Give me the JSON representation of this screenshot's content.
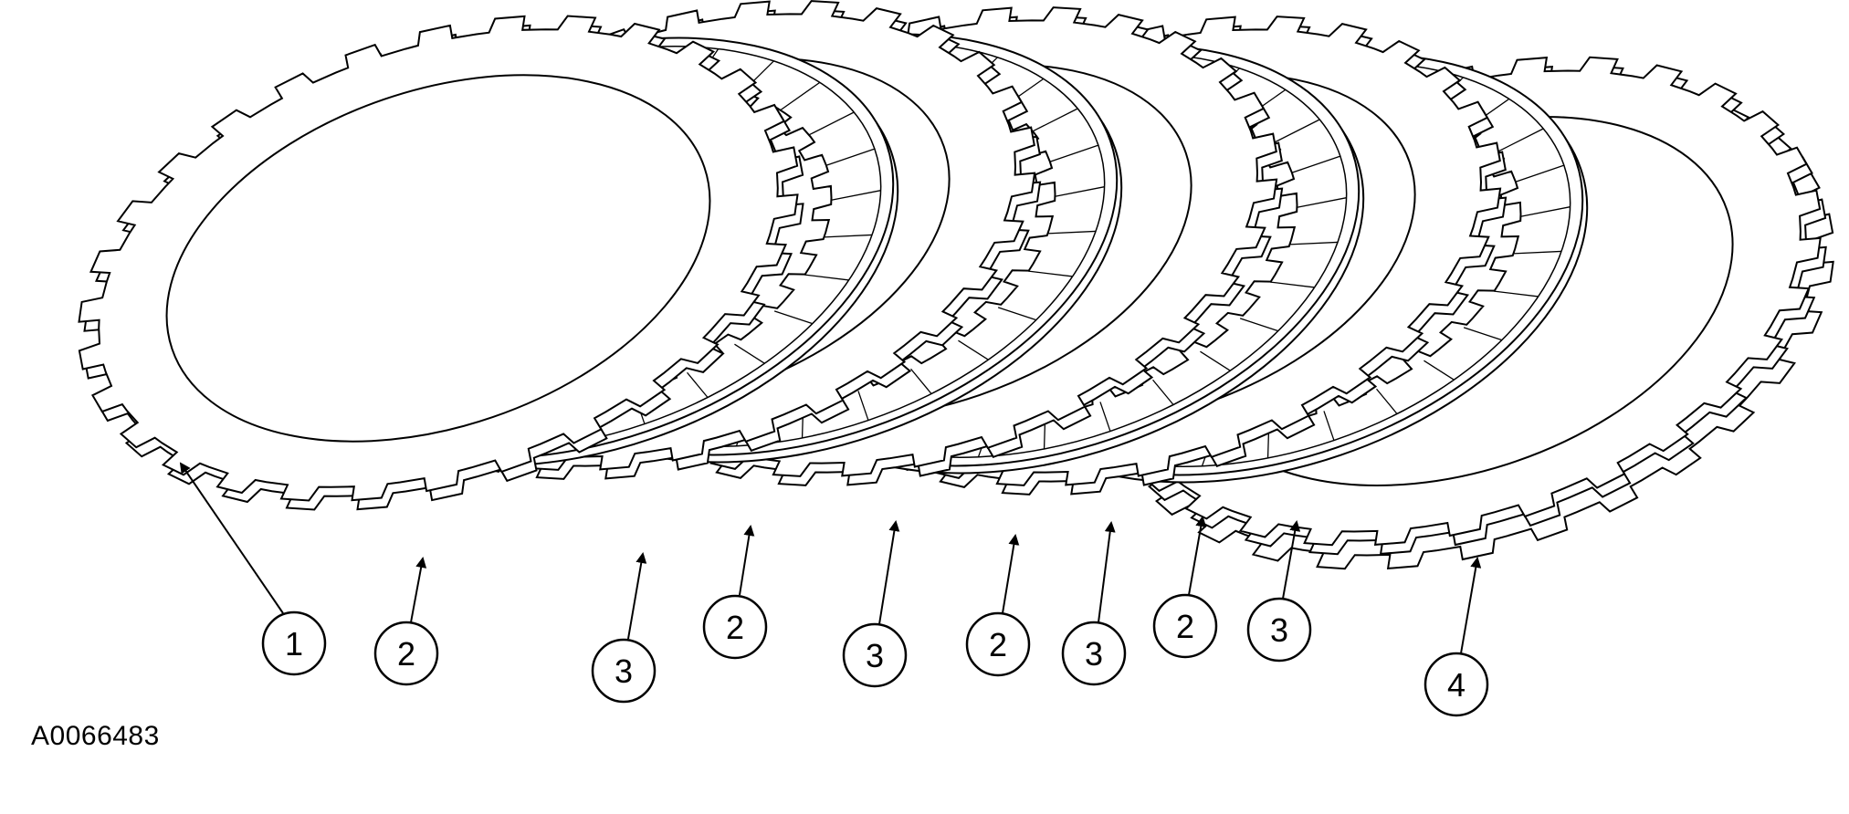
{
  "figure_id": "A0066483",
  "callouts": [
    "1",
    "2",
    "3",
    "2",
    "3",
    "2",
    "3",
    "2",
    "3",
    "4"
  ],
  "colors": {
    "line": "#000000",
    "background": "#ffffff"
  }
}
